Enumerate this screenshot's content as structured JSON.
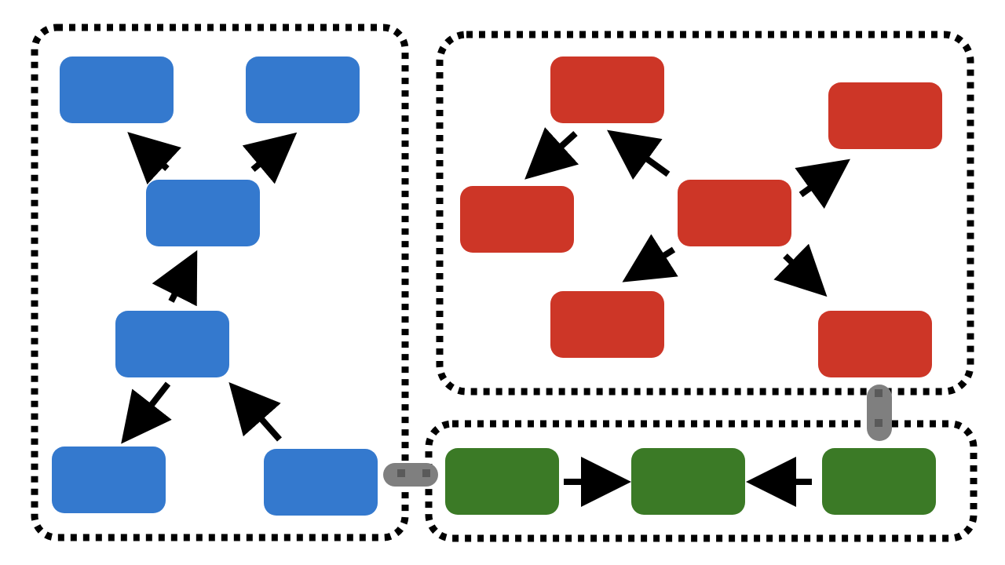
{
  "colors": {
    "background": "#ffffff",
    "group_border": "#000000",
    "arrow": "#000000",
    "connector": "#7f7f7f",
    "connector_dot": "#5a5a5a",
    "blue": "#3479ce",
    "red": "#cd3627",
    "green": "#3b7a26"
  },
  "groups": [
    {
      "id": "blue-cluster",
      "color_key": "blue",
      "node_count": 6
    },
    {
      "id": "red-cluster",
      "color_key": "red",
      "node_count": 6
    },
    {
      "id": "green-cluster",
      "color_key": "green",
      "node_count": 3
    }
  ],
  "edges": [
    {
      "from": "blue-3",
      "to": "blue-1"
    },
    {
      "from": "blue-3",
      "to": "blue-2"
    },
    {
      "from": "blue-4",
      "to": "blue-3"
    },
    {
      "from": "blue-4",
      "to": "blue-5"
    },
    {
      "from": "blue-6",
      "to": "blue-4"
    },
    {
      "from": "red-center",
      "to": "red-top"
    },
    {
      "from": "red-top",
      "to": "red-left"
    },
    {
      "from": "red-center",
      "to": "red-right-top"
    },
    {
      "from": "red-center",
      "to": "red-bottom-left"
    },
    {
      "from": "red-center",
      "to": "red-bottom-right"
    },
    {
      "from": "green-1",
      "to": "green-2"
    },
    {
      "from": "green-3",
      "to": "green-2"
    }
  ],
  "links": [
    {
      "from": "blue-cluster",
      "to": "green-cluster",
      "style": "connector"
    },
    {
      "from": "red-cluster",
      "to": "green-cluster",
      "style": "connector"
    }
  ]
}
